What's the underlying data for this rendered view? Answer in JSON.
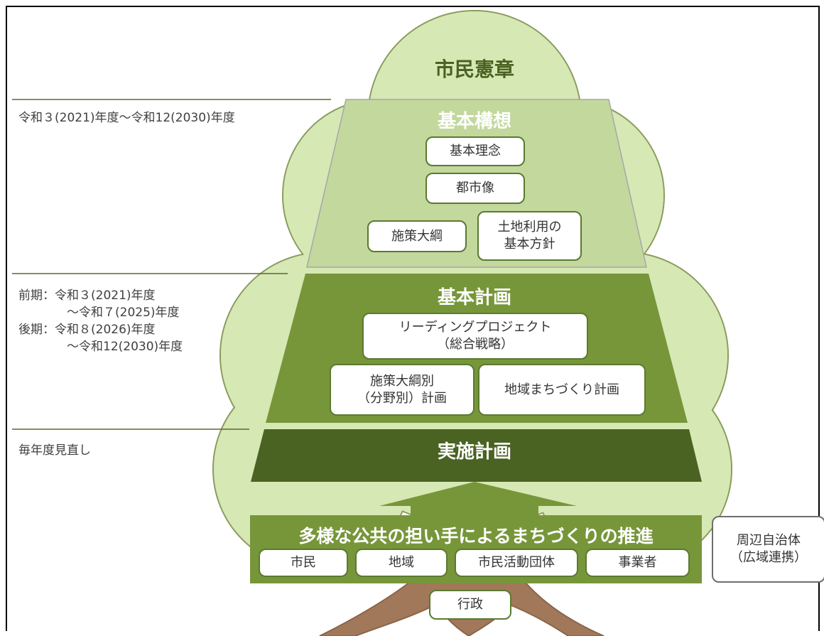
{
  "title_top": "市民憲章",
  "periods": {
    "basic_concept": "令和３(2021)年度～令和12(2030)年度",
    "basic_plan": "前期：令和３(2021)年度\n　　　　～令和７(2025)年度\n後期：令和８(2026)年度\n　　　　～令和12(2030)年度",
    "implementation": "毎年度見直し"
  },
  "basic_concept": {
    "title": "基本構想",
    "items": [
      "基本理念",
      "都市像",
      "施策大綱",
      "土地利用の\n基本方針"
    ]
  },
  "basic_plan": {
    "title": "基本計画",
    "items": [
      "リーディングプロジェクト\n（総合戦略）",
      "施策大綱別\n（分野別）計画",
      "地域まちづくり計画"
    ]
  },
  "implementation": {
    "title": "実施計画"
  },
  "promotion": {
    "title": "多様な公共の担い手によるまちづくりの推進",
    "items": [
      "市民",
      "地域",
      "市民活動団体",
      "事業者"
    ]
  },
  "administration": "行政",
  "neighbors": "周辺自治体\n（広域連携）",
  "colors": {
    "tree_fill": "#d6e8b4",
    "tree_outline": "#8a9a5b",
    "concept_fill": "#c3d89d",
    "plan_fill": "#77963a",
    "implementation_fill": "#4a6222",
    "promotion_fill": "#77963a",
    "trunk_fill": "#a1785a"
  }
}
